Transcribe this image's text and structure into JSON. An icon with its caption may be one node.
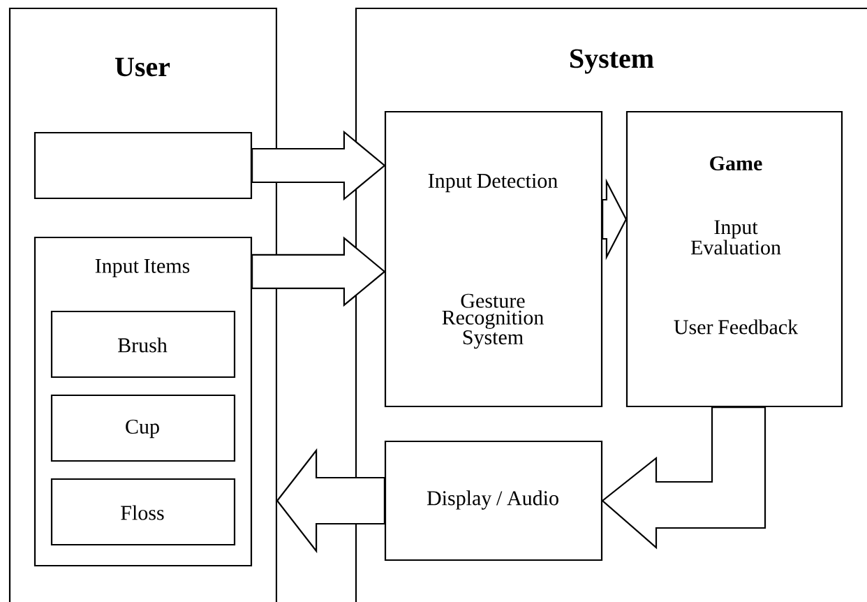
{
  "diagram": {
    "nodes": [
      {
        "text": [
          "User"
        ]
      },
      {
        "text": [],
        "shape": "box",
        "in": 0
      },
      {
        "text": [
          "Input Items"
        ],
        "in": 0
      },
      {
        "text": [
          "Brush"
        ],
        "in": 2
      },
      {
        "text": [
          "Cup"
        ],
        "in": 2
      },
      {
        "text": [
          "Floss"
        ],
        "in": 2
      },
      {
        "text": [
          "System"
        ]
      },
      {
        "text": [
          "Input Detection",
          "Gesture Recognition System"
        ],
        "in": 6
      },
      {
        "text": [
          "Game",
          "Input Evaluation",
          "User Feedback"
        ],
        "in": 6
      },
      {
        "text": [
          "Display / Audio"
        ],
        "in": 6
      }
    ],
    "edges": [
      {
        "from": 1,
        "to": 7,
        "arrow": "to"
      },
      {
        "from": 2,
        "to": 7,
        "arrow": "to"
      },
      {
        "from": 7,
        "to": 8,
        "arrow": "to"
      },
      {
        "from": 8,
        "to": 9,
        "arrow": "to"
      },
      {
        "from": 9,
        "to": 0,
        "arrow": "to"
      }
    ]
  }
}
